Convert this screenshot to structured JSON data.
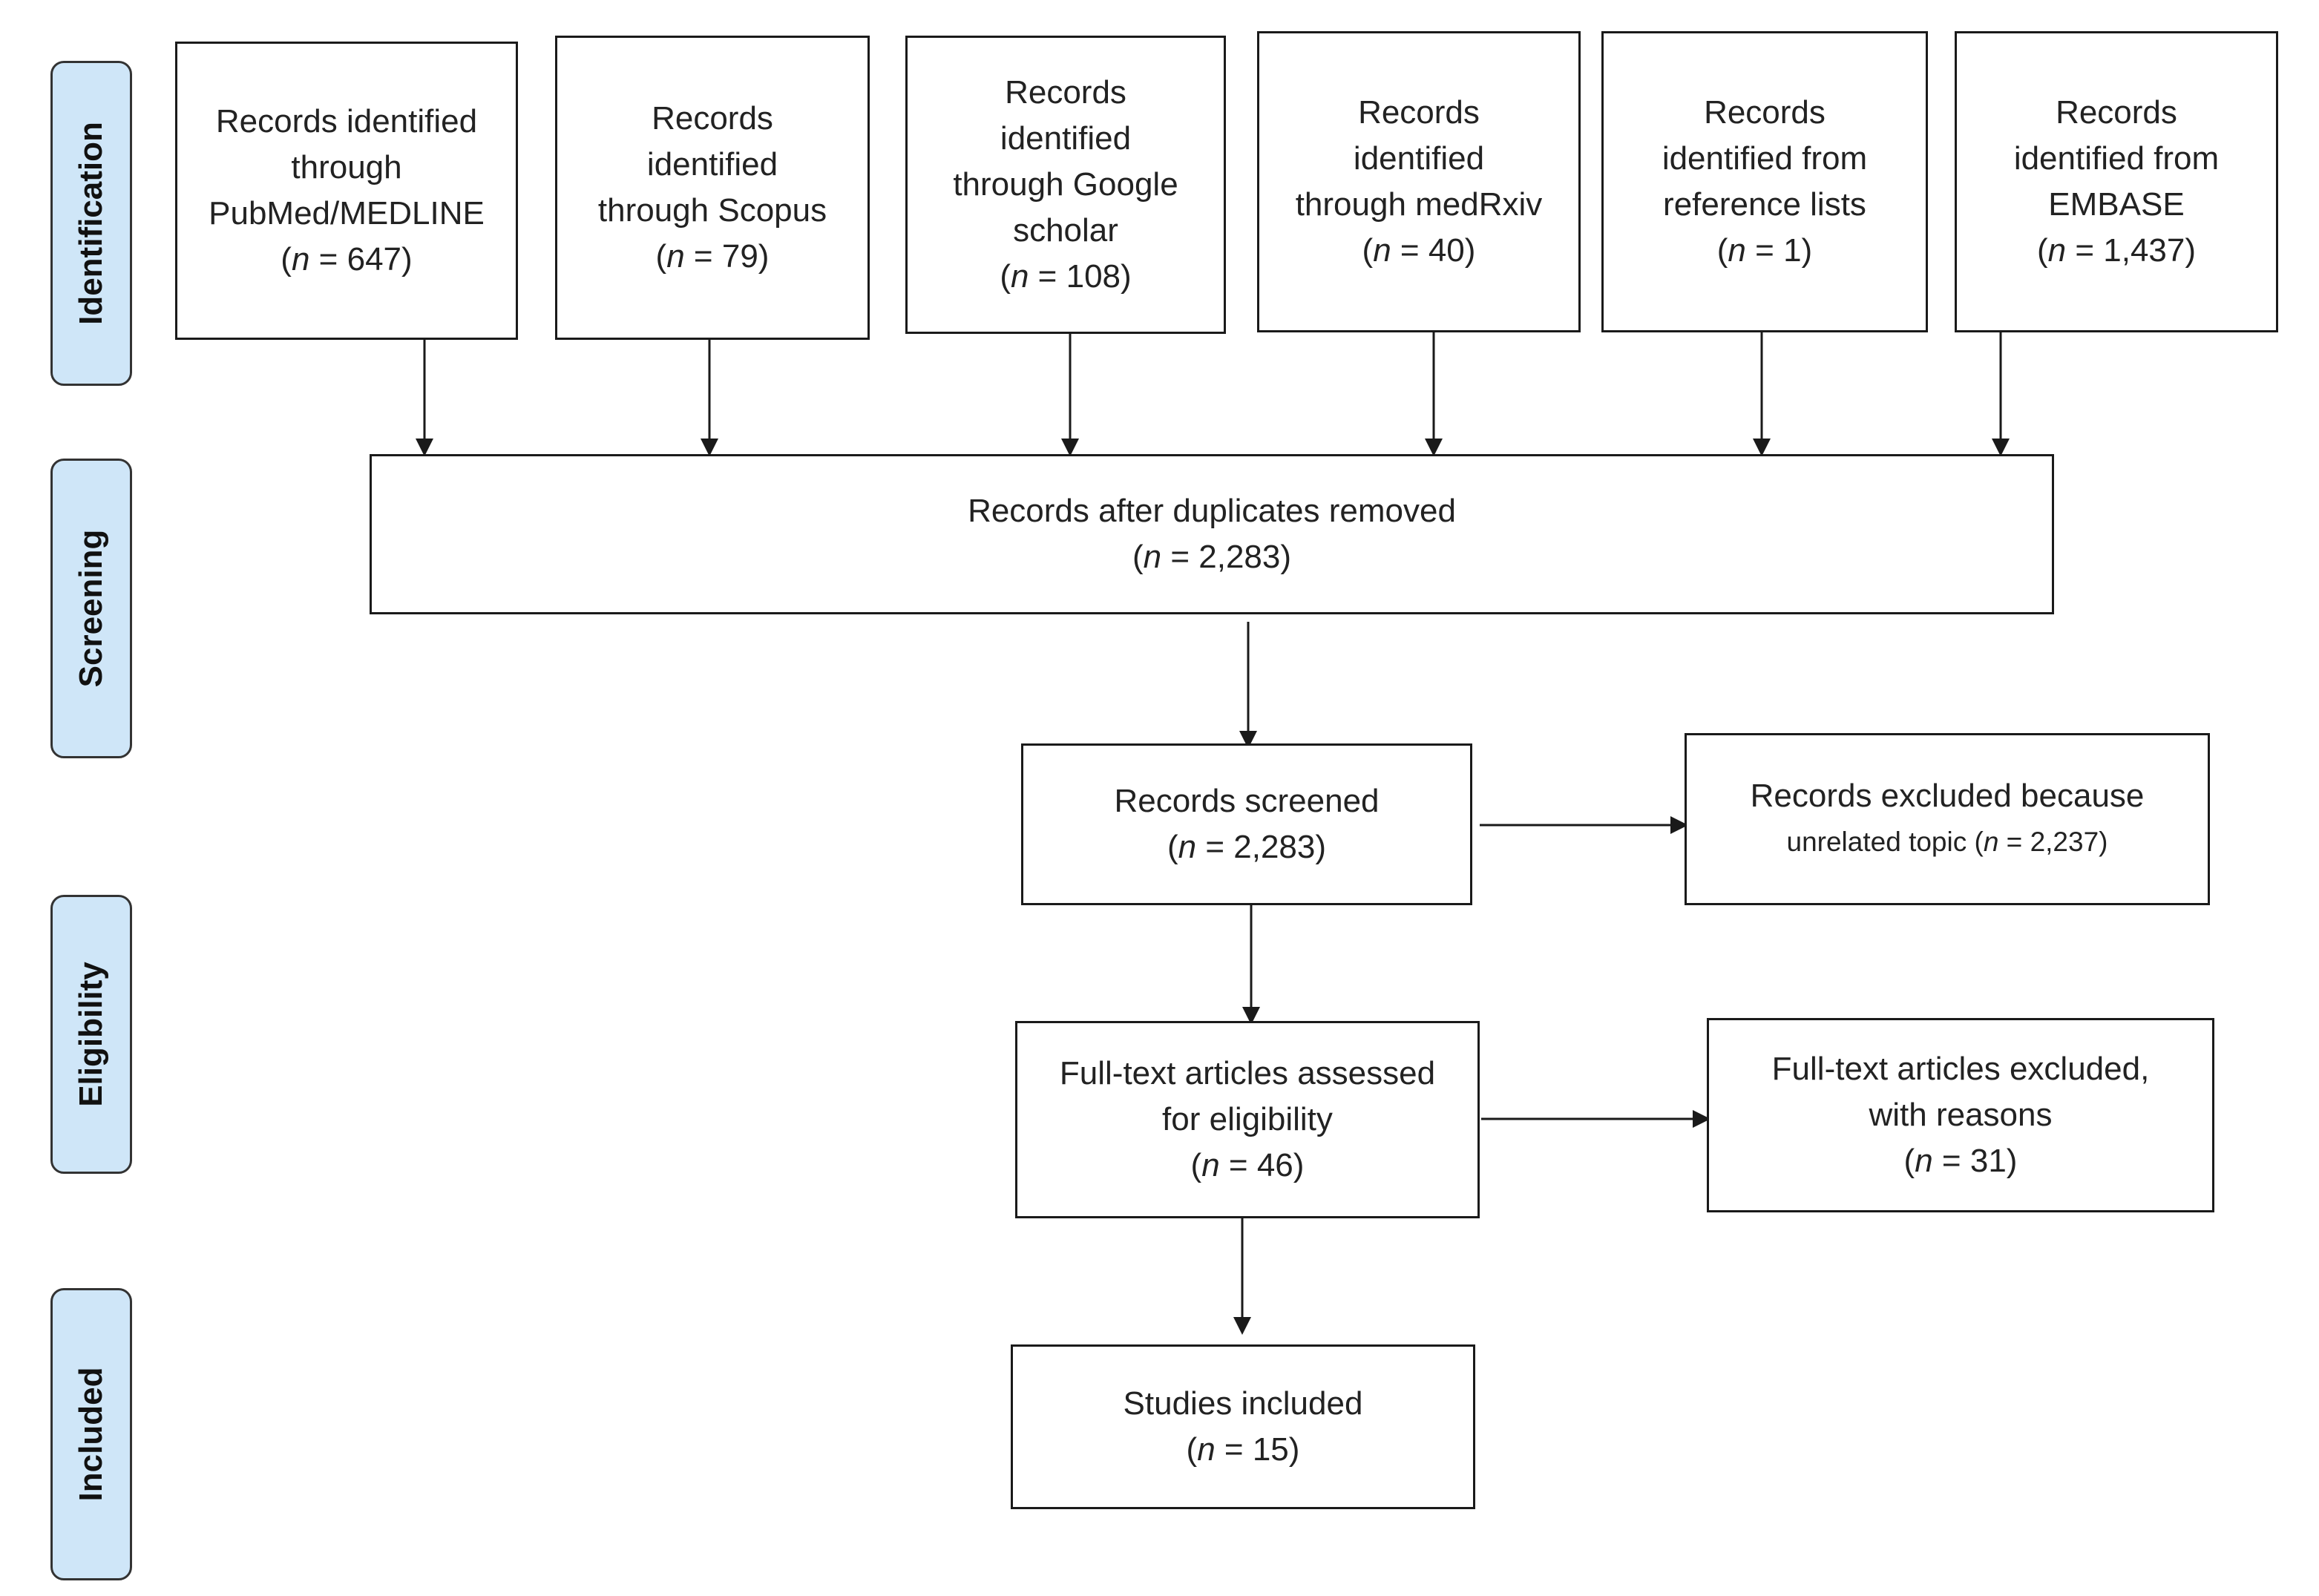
{
  "stages": [
    "Identification",
    "Screening",
    "Eligibility",
    "Included"
  ],
  "sources": [
    {
      "lines": [
        "Records identified",
        "through",
        "PubMed/MEDLINE"
      ],
      "n": "647"
    },
    {
      "lines": [
        "Records",
        "identified",
        "through Scopus"
      ],
      "n": "79"
    },
    {
      "lines": [
        "Records",
        "identified",
        "through Google",
        "scholar"
      ],
      "n": "108"
    },
    {
      "lines": [
        "Records",
        "identified",
        "through medRxiv"
      ],
      "n": "40"
    },
    {
      "lines": [
        "Records",
        "identified from",
        "reference lists"
      ],
      "n": "1"
    },
    {
      "lines": [
        "Records",
        "identified from",
        "EMBASE"
      ],
      "n": "1,437"
    }
  ],
  "dedup": {
    "lines": [
      "Records after duplicates removed"
    ],
    "n": "2,283"
  },
  "screened": {
    "lines": [
      "Records screened"
    ],
    "n": "2,283"
  },
  "excluded_screen": {
    "line1": "Records excluded because",
    "line2_prefix": "unrelated topic (",
    "n": "2,237"
  },
  "fulltext": {
    "lines": [
      "Full-text articles assessed",
      "for eligibility"
    ],
    "n": "46"
  },
  "excluded_fulltext": {
    "lines": [
      "Full-text articles excluded,",
      "with reasons"
    ],
    "n": "31"
  },
  "included": {
    "lines": [
      "Studies included"
    ],
    "n": "15"
  },
  "n_symbol": "n",
  "n_eq": " = ",
  "paren_open": "(",
  "paren_close": ")",
  "colors": {
    "stage_fill": "#cfe6f8",
    "stroke": "#1a1a1a"
  }
}
